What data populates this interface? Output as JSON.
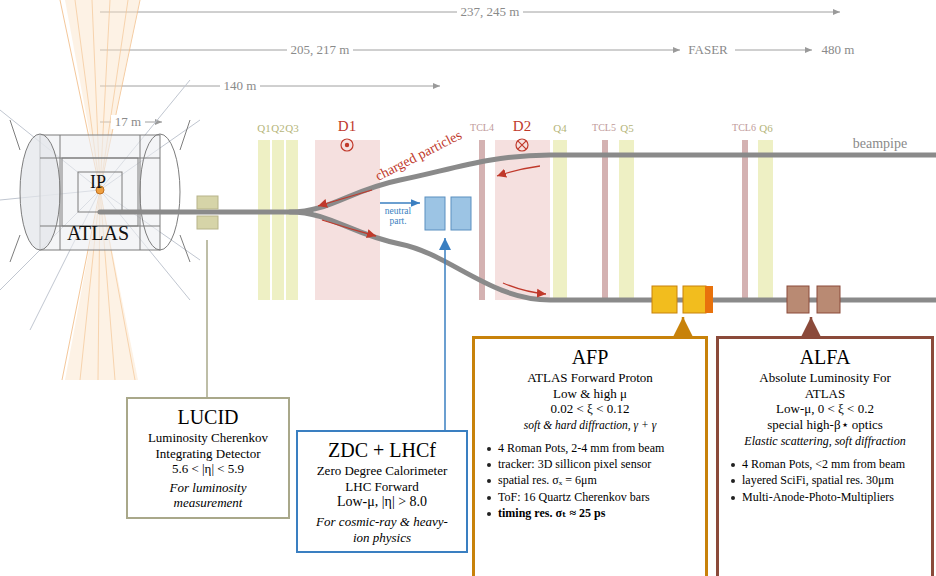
{
  "diagram": {
    "nodes": [
      {
        "text": [
          "LUCID",
          "Luminosity Cherenkov Integrating Detector",
          "5.6 < |η| < 5.9",
          "For luminosity measurement"
        ]
      },
      {
        "text": [
          "ZDC + LHCf",
          "Zero Degree Calorimeter LHC Forward",
          "Low-μ, |η| > 8.0",
          "For cosmic-ray & heavy-ion physics"
        ]
      },
      {
        "text": [
          "AFP",
          "ATLAS Forward Proton",
          "Low & high μ",
          "0.02 < ξ < 0.12",
          "soft & hard diffraction, γ + γ",
          "4 Roman Pots, 2-4 mm from beam",
          "tracker: 3D sillicon pixel sensor",
          "spatial res. σₓ = 6μm",
          "ToF: 16 Quartz Cherenkov bars",
          "timing res. σₜ ≈ 25 ps"
        ]
      },
      {
        "text": [
          "ALFA",
          "Absolute Luminosity For ATLAS",
          "Low-μ, 0 < ξ < 0.2",
          "special high-β⋆ optics",
          "Elastic scattering, soft diffraction",
          "4 Roman Pots, <2 mm from beam",
          "layered SciFi, spatial res. 30μm",
          "Multi-Anode-Photo-Multipliers"
        ]
      }
    ],
    "labels": [
      "237, 245 m",
      "205, 217 m",
      "FASER",
      "480 m",
      "140 m",
      "17 m",
      "Q1",
      "Q2",
      "Q3",
      "D1",
      "TCL4",
      "D2",
      "Q4",
      "TCL5",
      "Q5",
      "TCL6",
      "Q6",
      "beampipe",
      "charged particles",
      "neutral part.",
      "IP",
      "ATLAS"
    ]
  }
}
